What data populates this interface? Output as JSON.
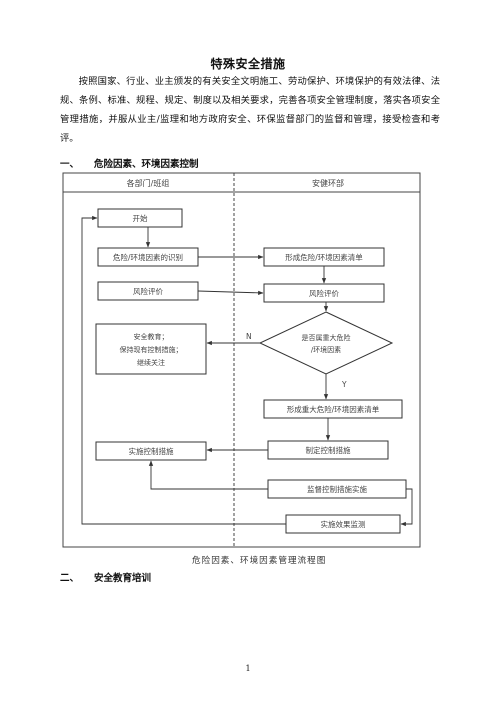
{
  "document": {
    "title": "特殊安全措施",
    "intro": "按照国家、行业、业主颁发的有关安全文明施工、劳动保护、环境保护的有效法律、法规、条例、标准、规程、规定、制度以及相关要求，完善各项安全管理制度，落实各项安全管理措施，并服从业主/监理和地方政府安全、环保监督部门的监督和管理，接受检查和考评。",
    "section1": {
      "number": "一、",
      "label": "危险因素、环境因素控制"
    },
    "section2": {
      "number": "二、",
      "label": "安全教育培训"
    },
    "page_number": "1"
  },
  "flowchart": {
    "col_left_header": "各部门/班组",
    "col_right_header": "安健环部",
    "start": "开始",
    "identify": "危险/环境因素的识别",
    "form_list": "形成危险/环境因素清单",
    "risk_eval_left": "风险评价",
    "risk_eval_right": "风险评价",
    "decision_line1": "是否属重大危险",
    "decision_line2": "/环境因素",
    "edu_line1": "安全教育；",
    "edu_line2": "保持现有控制措施；",
    "edu_line3": "继续关注",
    "label_n": "N",
    "label_y": "Y",
    "major_list": "形成重大危险/环境因素清单",
    "make_measures": "制定控制措施",
    "implement": "实施控制措施",
    "supervise": "监督控制措施实施",
    "monitor": "实施效果监测",
    "caption": "危险因素、环境因素管理流程图"
  }
}
